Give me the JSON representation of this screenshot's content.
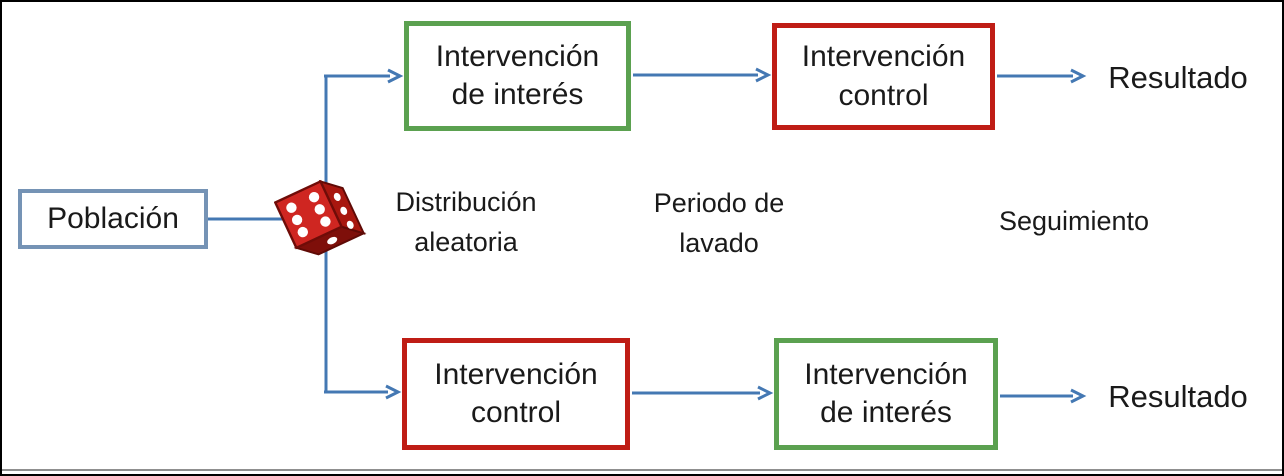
{
  "nodes": {
    "poblacion": {
      "label": "Población",
      "border_color": "#7593b5"
    },
    "arm1_step1": {
      "label": "Intervención\nde interés",
      "border_color": "#5ba150"
    },
    "arm1_step2": {
      "label": "Intervención\ncontrol",
      "border_color": "#bf1d15"
    },
    "arm2_step1": {
      "label": "Intervención\ncontrol",
      "border_color": "#bf1d15"
    },
    "arm2_step2": {
      "label": "Intervención\nde interés",
      "border_color": "#5ba150"
    },
    "outcome_top": {
      "label": "Resultado"
    },
    "outcome_bottom": {
      "label": "Resultado"
    }
  },
  "annotations": {
    "randomization": "Distribución\naleatoria",
    "washout": "Periodo de\nlavado",
    "followup": "Seguimiento"
  },
  "icons": {
    "die": {
      "name": "die-icon",
      "body_color": "#cf2621",
      "pip_color": "#ffffff",
      "visible_pips": [
        6,
        3,
        1
      ]
    }
  },
  "colors": {
    "connector_blue": "#4478b3",
    "green_border": "#5ba150",
    "red_border": "#bf1d15",
    "population_border": "#7593b5",
    "frame_border": "#000000",
    "text": "#1a1a1a"
  }
}
